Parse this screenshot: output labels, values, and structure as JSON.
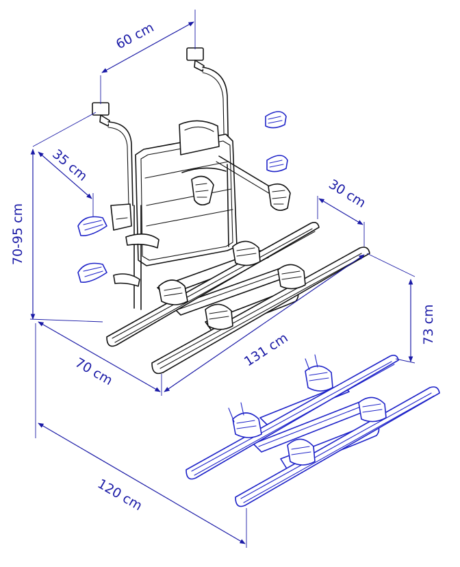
{
  "dimensions": {
    "top_width": "60 cm",
    "upper_depth": "35 cm",
    "height_range": "70-95 cm",
    "rail_offset": "30 cm",
    "rail_length": "131 cm",
    "carrier_depth": "70 cm",
    "folded_height": "73 cm",
    "total_depth": "120 cm"
  },
  "colors": {
    "dimension_lines": "#1a1aa6",
    "folded_rack": "#1d22c8",
    "main_rack": "#111111"
  }
}
